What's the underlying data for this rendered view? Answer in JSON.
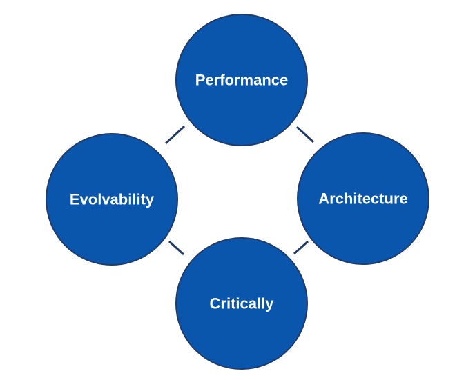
{
  "colors": {
    "node_fill": "#0a56ad",
    "node_border": "#1f3a6b",
    "connector": "#1f3a63",
    "label_text": "#ffffff",
    "background": "#ffffff"
  },
  "nodes": {
    "top": {
      "label": "Performance"
    },
    "right": {
      "label": "Architecture"
    },
    "bottom": {
      "label": "Critically"
    },
    "left": {
      "label": "Evolvability"
    }
  },
  "edges": [
    {
      "from": "top",
      "to": "right"
    },
    {
      "from": "right",
      "to": "bottom"
    },
    {
      "from": "bottom",
      "to": "left"
    },
    {
      "from": "left",
      "to": "top"
    }
  ]
}
